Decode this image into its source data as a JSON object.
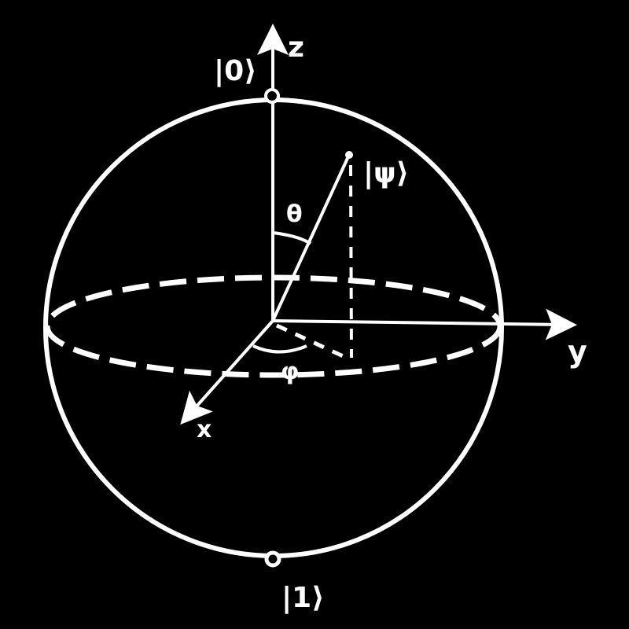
{
  "diagram": {
    "title": "Bloch sphere",
    "colors": {
      "background": "#000000",
      "stroke": "#ffffff"
    },
    "labels": {
      "ket0": "|0⟩",
      "ket1": "|1⟩",
      "psi": "|ψ⟩",
      "z_axis": "z",
      "y_axis": "y",
      "x_axis": "x",
      "theta": "θ",
      "phi": "φ"
    },
    "elements": {
      "sphere": "circle outline",
      "equator": "dashed ellipse",
      "state_vector": "arrow from origin to |ψ⟩",
      "projection": "dashed lines from |ψ⟩ to equatorial plane and back to origin"
    }
  }
}
